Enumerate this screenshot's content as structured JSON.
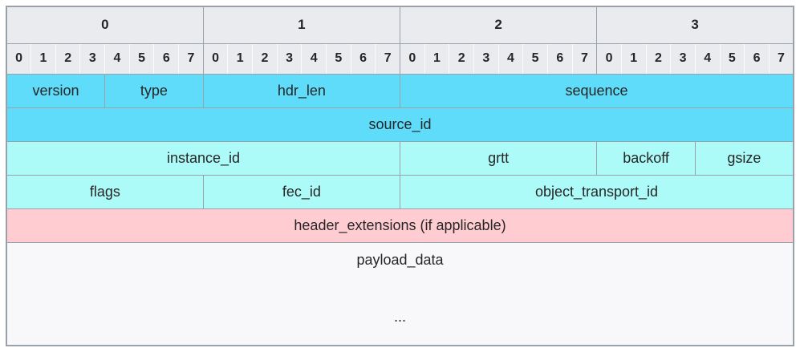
{
  "colors": {
    "page-bg": "#ffffff",
    "header-gray": "#e9ebee",
    "field-dark": "#5edcfa",
    "field-light": "#adfbf9",
    "field-pink": "#ffccd1",
    "field-payload": "#f8f8fb",
    "border-gray": "#9aa1a9",
    "border-light": "#fafbfc",
    "text": "#262626"
  },
  "diagram": {
    "byte_headers": [
      "0",
      "1",
      "2",
      "3"
    ],
    "bits_per_byte": 8,
    "bit_headers": [
      "0",
      "1",
      "2",
      "3",
      "4",
      "5",
      "6",
      "7"
    ],
    "rows": [
      {
        "fields": [
          {
            "label": "version",
            "span": 4,
            "variant": "dark"
          },
          {
            "label": "type",
            "span": 4,
            "variant": "dark"
          },
          {
            "label": "hdr_len",
            "span": 8,
            "variant": "dark"
          },
          {
            "label": "sequence",
            "span": 16,
            "variant": "dark"
          }
        ]
      },
      {
        "fields": [
          {
            "label": "source_id",
            "span": 32,
            "variant": "dark"
          }
        ]
      },
      {
        "fields": [
          {
            "label": "instance_id",
            "span": 16,
            "variant": "light"
          },
          {
            "label": "grtt",
            "span": 8,
            "variant": "light"
          },
          {
            "label": "backoff",
            "span": 4,
            "variant": "light"
          },
          {
            "label": "gsize",
            "span": 4,
            "variant": "light"
          }
        ]
      },
      {
        "fields": [
          {
            "label": "flags",
            "span": 8,
            "variant": "light"
          },
          {
            "label": "fec_id",
            "span": 8,
            "variant": "light"
          },
          {
            "label": "object_transport_id",
            "span": 16,
            "variant": "light"
          }
        ]
      },
      {
        "fields": [
          {
            "label": "header_extensions (if applicable)",
            "span": 32,
            "variant": "pink"
          }
        ]
      },
      {
        "fields": [
          {
            "label": "payload_data",
            "sublabel": "...",
            "span": 32,
            "variant": "payload"
          }
        ]
      }
    ]
  }
}
